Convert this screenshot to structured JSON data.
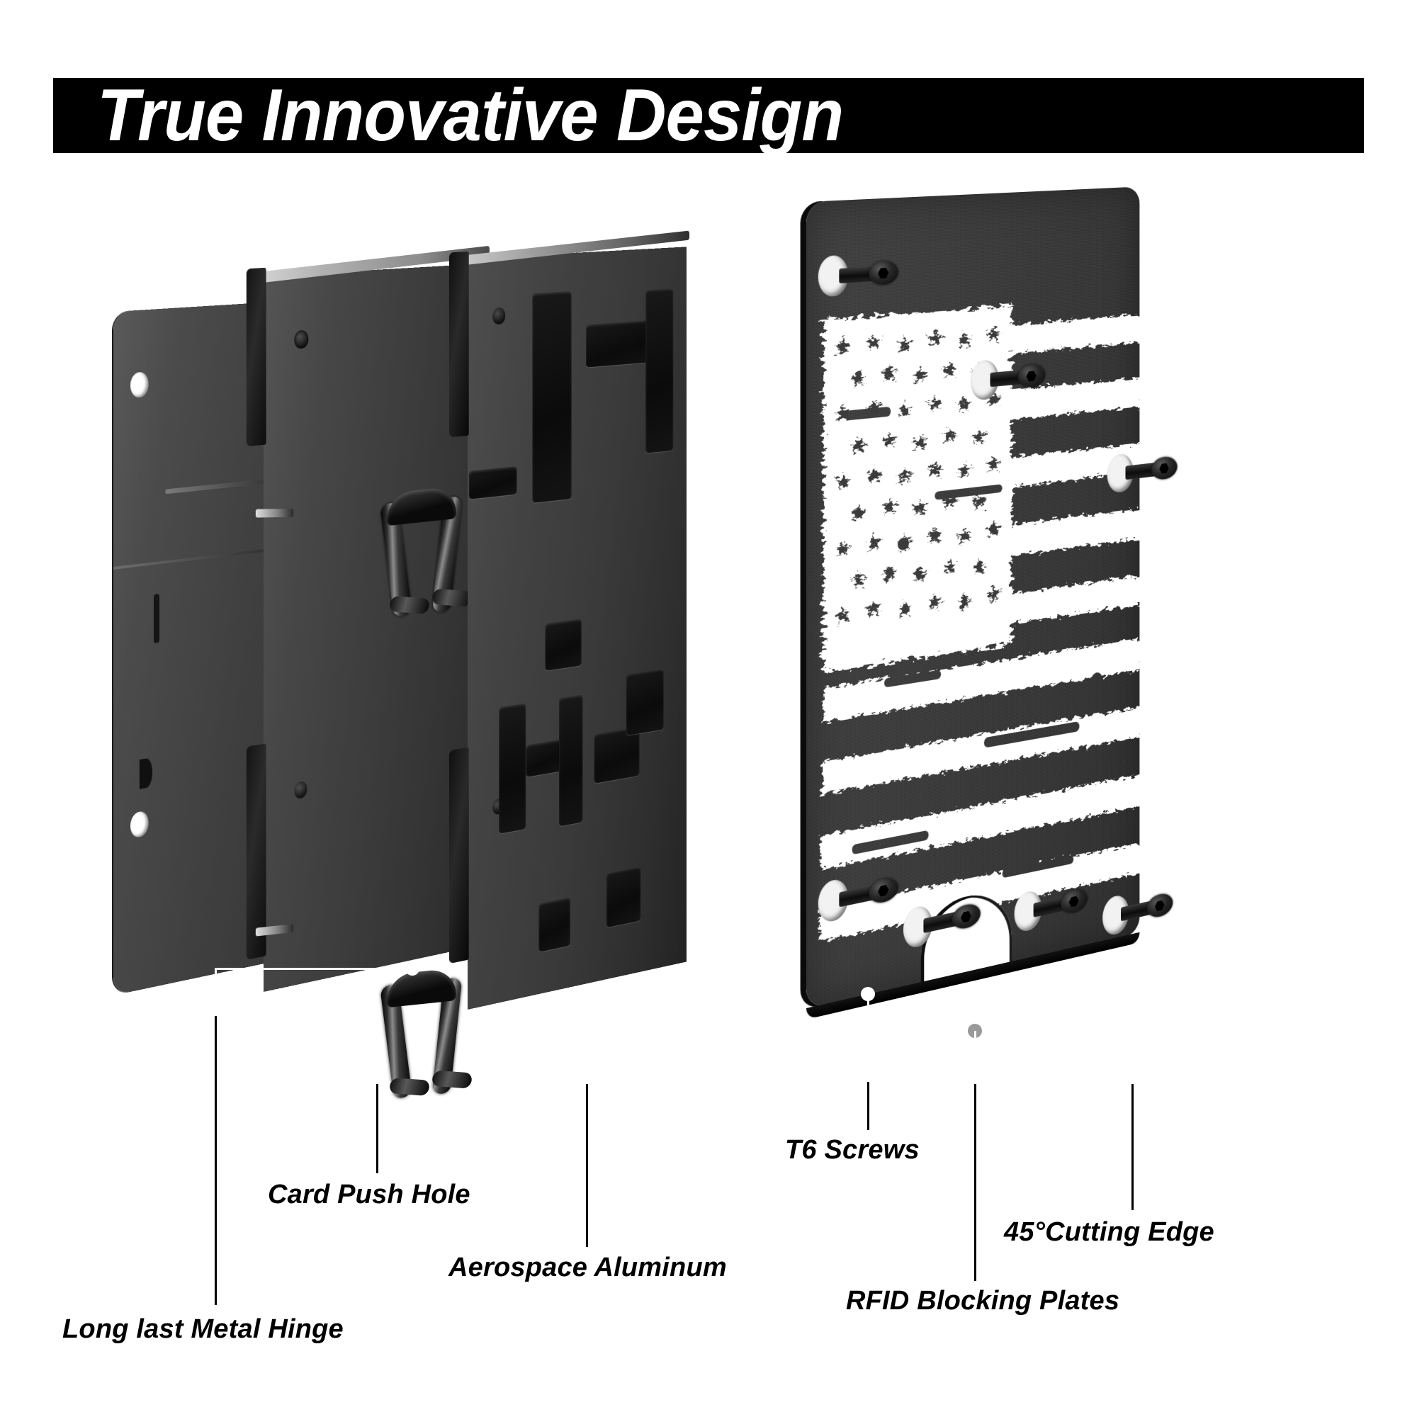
{
  "banner": {
    "title": "True Innovative Design",
    "background_color": "#000000",
    "text_color": "#ffffff"
  },
  "product": {
    "name": "exploded-license-plate-frame-wallet",
    "finish_color": "#383838",
    "flag_art": "distressed-usa-flag",
    "plates": [
      {
        "id": "back-cover",
        "label": "Back cover plate"
      },
      {
        "id": "card-plate",
        "label": "Card plate with metal hinges"
      },
      {
        "id": "frame-plate",
        "label": "Aerospace aluminum frame plate"
      },
      {
        "id": "flag-plate",
        "label": "RFID blocking plate with US flag"
      }
    ]
  },
  "callouts": [
    {
      "id": "long-last-metal-hinge",
      "label": "Long last Metal Hinge"
    },
    {
      "id": "card-push-hole",
      "label": "Card Push Hole"
    },
    {
      "id": "aerospace-aluminum",
      "label": "Aerospace Aluminum"
    },
    {
      "id": "t6-screws",
      "label": "T6 Screws"
    },
    {
      "id": "rfid-blocking-plates",
      "label": "RFID Blocking Plates"
    },
    {
      "id": "cutting-edge",
      "label": "45°Cutting Edge"
    }
  ],
  "colors": {
    "background": "#ffffff",
    "banner": "#000000",
    "text": "#000000",
    "metal_dark": "#2b2b2b",
    "metal_mid": "#3d3d3d",
    "metal_light": "#5a5a5a",
    "highlight": "#ffffff"
  }
}
